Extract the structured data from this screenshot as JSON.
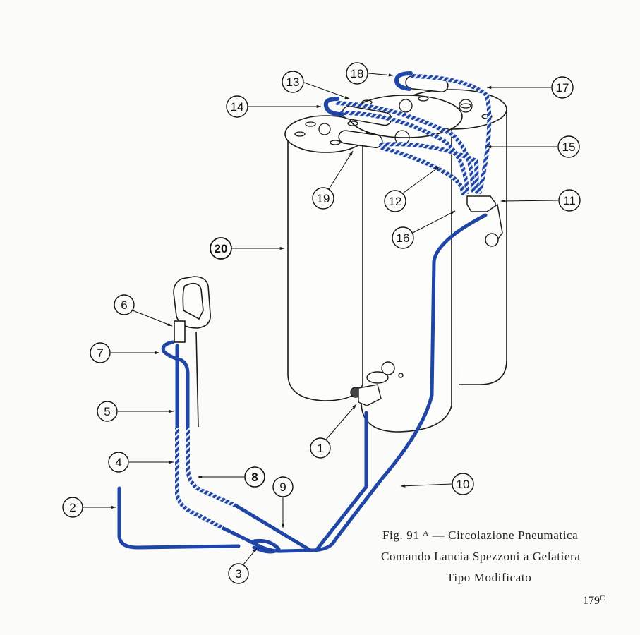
{
  "figure": {
    "number": "91",
    "suffix": "A",
    "dash": "—",
    "title_line1": "Circolazione Pneumatica",
    "title_line2": "Comando Lancia Spezzoni a Gelatiera",
    "title_line3": "Tipo Modificato",
    "page_number": "179",
    "page_suffix": "C"
  },
  "colors": {
    "pipe_blue": "#1f45a6",
    "line_ink": "#1a1a1a",
    "paper": "#fbfbf9"
  },
  "callouts": [
    {
      "id": "1",
      "label": "1"
    },
    {
      "id": "2",
      "label": "2"
    },
    {
      "id": "3",
      "label": "3"
    },
    {
      "id": "4",
      "label": "4"
    },
    {
      "id": "5",
      "label": "5"
    },
    {
      "id": "6",
      "label": "6"
    },
    {
      "id": "7",
      "label": "7"
    },
    {
      "id": "8",
      "label": "8"
    },
    {
      "id": "9",
      "label": "9"
    },
    {
      "id": "10",
      "label": "10"
    },
    {
      "id": "11",
      "label": "11"
    },
    {
      "id": "12",
      "label": "12"
    },
    {
      "id": "13",
      "label": "13"
    },
    {
      "id": "14",
      "label": "14"
    },
    {
      "id": "15",
      "label": "15"
    },
    {
      "id": "16",
      "label": "16"
    },
    {
      "id": "17",
      "label": "17"
    },
    {
      "id": "18",
      "label": "18"
    },
    {
      "id": "19",
      "label": "19"
    },
    {
      "id": "20",
      "label": "20"
    }
  ]
}
